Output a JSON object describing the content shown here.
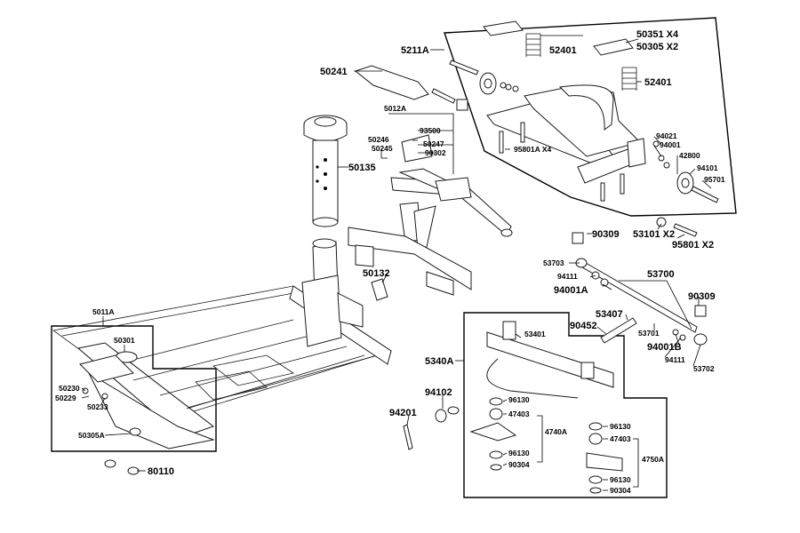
{
  "labels": [
    {
      "id": "5211A",
      "text": "5211A",
      "size": "lg"
    },
    {
      "id": "50241",
      "text": "50241",
      "size": "lg"
    },
    {
      "id": "50351",
      "text": "50351 X4",
      "size": "lg"
    },
    {
      "id": "50305",
      "text": "50305 X2",
      "size": "lg"
    },
    {
      "id": "52401a",
      "text": "52401",
      "size": "lg"
    },
    {
      "id": "52401b",
      "text": "52401",
      "size": "lg"
    },
    {
      "id": "5012A",
      "text": "5012A",
      "size": "sm"
    },
    {
      "id": "93500",
      "text": "93500",
      "size": "sm"
    },
    {
      "id": "50246",
      "text": "50246",
      "size": "sm"
    },
    {
      "id": "50247",
      "text": "50247",
      "size": "sm"
    },
    {
      "id": "50245",
      "text": "50245",
      "size": "sm"
    },
    {
      "id": "90302",
      "text": "90302",
      "size": "sm"
    },
    {
      "id": "50135",
      "text": "50135",
      "size": "lg"
    },
    {
      "id": "95801A",
      "text": "95801A  X4",
      "size": "sm"
    },
    {
      "id": "94021",
      "text": "94021",
      "size": "sm"
    },
    {
      "id": "94001",
      "text": "94001",
      "size": "sm"
    },
    {
      "id": "42800",
      "text": "42800",
      "size": "sm"
    },
    {
      "id": "94101",
      "text": "94101",
      "size": "sm"
    },
    {
      "id": "95701",
      "text": "95701",
      "size": "sm"
    },
    {
      "id": "90309a",
      "text": "90309",
      "size": "lg"
    },
    {
      "id": "53101",
      "text": "53101 X2",
      "size": "lg"
    },
    {
      "id": "95801",
      "text": "95801 X2",
      "size": "lg"
    },
    {
      "id": "53703",
      "text": "53703",
      "size": "sm"
    },
    {
      "id": "53700",
      "text": "53700",
      "size": "lg"
    },
    {
      "id": "94111a",
      "text": "94111",
      "size": "sm"
    },
    {
      "id": "94001A",
      "text": "94001A",
      "size": "lg"
    },
    {
      "id": "90309b",
      "text": "90309",
      "size": "lg"
    },
    {
      "id": "50132",
      "text": "50132",
      "size": "lg"
    },
    {
      "id": "53407",
      "text": "53407",
      "size": "lg"
    },
    {
      "id": "90452",
      "text": "90452",
      "size": "lg"
    },
    {
      "id": "53701",
      "text": "53701",
      "size": "sm"
    },
    {
      "id": "94001B",
      "text": "94001B",
      "size": "lg"
    },
    {
      "id": "94111b",
      "text": "94111",
      "size": "sm"
    },
    {
      "id": "53702",
      "text": "53702",
      "size": "sm"
    },
    {
      "id": "5011A",
      "text": "5011A",
      "size": "sm"
    },
    {
      "id": "50301",
      "text": "50301",
      "size": "sm"
    },
    {
      "id": "50230",
      "text": "50230",
      "size": "sm"
    },
    {
      "id": "50229",
      "text": "50229",
      "size": "sm"
    },
    {
      "id": "50233",
      "text": "50233",
      "size": "sm"
    },
    {
      "id": "50305A",
      "text": "50305A",
      "size": "sm"
    },
    {
      "id": "80110",
      "text": "80110",
      "size": "lg"
    },
    {
      "id": "5340A",
      "text": "5340A",
      "size": "lg"
    },
    {
      "id": "53401",
      "text": "53401",
      "size": "sm"
    },
    {
      "id": "94102",
      "text": "94102",
      "size": "lg"
    },
    {
      "id": "94201",
      "text": "94201",
      "size": "lg"
    },
    {
      "id": "96130a",
      "text": "96130",
      "size": "sm"
    },
    {
      "id": "47403a",
      "text": "47403",
      "size": "sm"
    },
    {
      "id": "4740A",
      "text": "4740A",
      "size": "sm"
    },
    {
      "id": "96130b",
      "text": "96130",
      "size": "sm"
    },
    {
      "id": "90304a",
      "text": "90304",
      "size": "sm"
    },
    {
      "id": "96130c",
      "text": "96130",
      "size": "sm"
    },
    {
      "id": "47403b",
      "text": "47403",
      "size": "sm"
    },
    {
      "id": "4750A",
      "text": "4750A",
      "size": "sm"
    },
    {
      "id": "96130d",
      "text": "96130",
      "size": "sm"
    },
    {
      "id": "90304b",
      "text": "90304",
      "size": "sm"
    }
  ]
}
